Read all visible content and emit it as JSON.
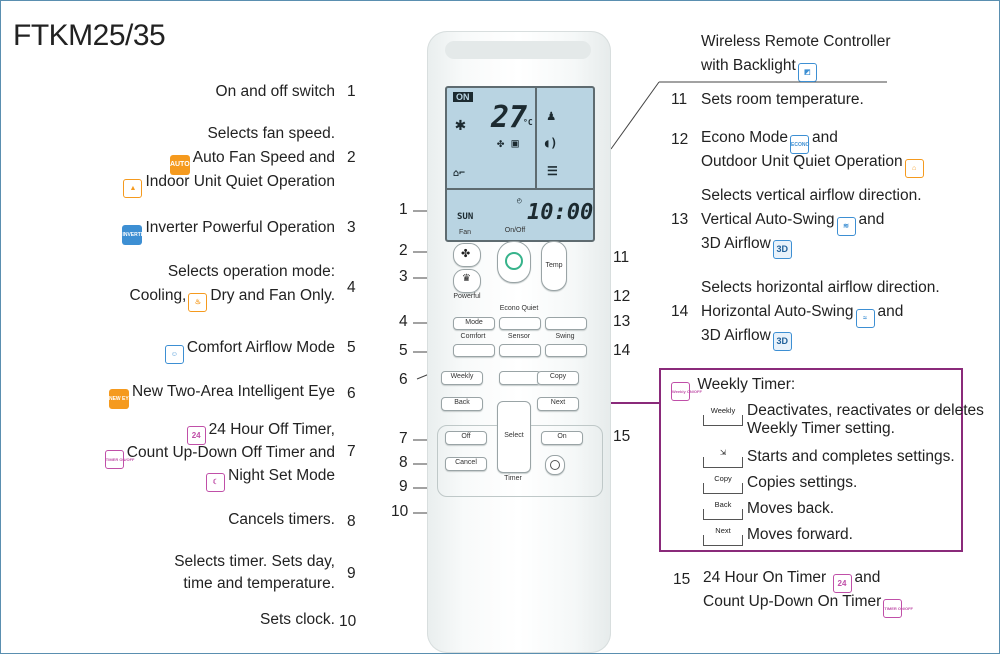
{
  "title": "FTKM25/35",
  "left_labels": [
    {
      "num": "1",
      "lines": [
        "On and off switch"
      ]
    },
    {
      "num": "2",
      "lines": [
        "Selects fan speed.",
        "Auto Fan Speed and",
        "Indoor Unit Quiet Operation"
      ]
    },
    {
      "num": "3",
      "lines": [
        "Inverter Powerful Operation"
      ]
    },
    {
      "num": "4",
      "lines": [
        "Selects operation mode:",
        "Cooling,",
        "Dry and Fan Only."
      ]
    },
    {
      "num": "5",
      "lines": [
        "Comfort Airflow Mode"
      ]
    },
    {
      "num": "6",
      "lines": [
        "New Two-Area Intelligent Eye"
      ]
    },
    {
      "num": "7",
      "lines": [
        "24 Hour Off Timer,",
        "Count Up-Down Off Timer and",
        "Night Set Mode"
      ]
    },
    {
      "num": "8",
      "lines": [
        "Cancels timers."
      ]
    },
    {
      "num": "9",
      "lines": [
        "Selects timer. Sets day,",
        "time and temperature."
      ]
    },
    {
      "num": "10",
      "lines": [
        "Sets clock."
      ]
    }
  ],
  "right_labels": {
    "wireless": [
      "Wireless Remote Controller",
      "with Backlight"
    ],
    "l11": {
      "num": "11",
      "text": "Sets room temperature."
    },
    "l12": {
      "num": "12",
      "lines": [
        "Econo Mode",
        "and",
        "Outdoor Unit Quiet Operation"
      ]
    },
    "l13": {
      "num": "13",
      "lines": [
        "Selects vertical airflow direction.",
        "Vertical Auto-Swing",
        "and",
        "3D Airflow"
      ]
    },
    "l14": {
      "num": "14",
      "lines": [
        "Selects horizontal airflow direction.",
        "Horizontal Auto-Swing",
        "and",
        "3D Airflow"
      ]
    },
    "l15": {
      "num": "15",
      "lines": [
        "24 Hour On Timer",
        "and",
        "Count Up-Down On Timer"
      ]
    }
  },
  "weekly_panel": {
    "title": "Weekly Timer:",
    "rows": [
      {
        "btn": "Weekly",
        "text": [
          "Deactivates, reactivates or deletes",
          "Weekly Timer setting."
        ]
      },
      {
        "btn": "",
        "text": [
          "Starts and completes settings."
        ]
      },
      {
        "btn": "Copy",
        "text": [
          "Copies settings."
        ]
      },
      {
        "btn": "Back",
        "text": [
          "Moves back."
        ]
      },
      {
        "btn": "Next",
        "text": [
          "Moves forward."
        ]
      }
    ]
  },
  "remote": {
    "lcd_on": "ON",
    "lcd_temp": "27",
    "lcd_unit": "°C",
    "lcd_day": "SUN",
    "lcd_time": "10:00",
    "buttons": {
      "fan": "Fan",
      "onoff": "On/Off",
      "temp": "Temp",
      "powerful": "Powerful",
      "econo_quiet": "Econo Quiet",
      "mode": "Mode",
      "comfort": "Comfort",
      "sensor": "Sensor",
      "swing": "Swing",
      "weekly": "Weekly",
      "copy": "Copy",
      "back": "Back",
      "next": "Next",
      "off": "Off",
      "select": "Select",
      "on": "On",
      "cancel": "Cancel",
      "timer": "Timer"
    }
  },
  "icons": {
    "auto": "AUTO",
    "inverter": "INVERTER",
    "econo": "ECONO",
    "new_eye": "NEW EYE",
    "h24": "24",
    "timer": "TIMER ON/OFF",
    "d3": "3D",
    "weekly_icon": "Weekly ON/OFF"
  },
  "colors": {
    "orange": "#f59a1e",
    "blue": "#3d8fd3",
    "purple": "#c04fa8",
    "panel_border": "#8a2a7a"
  }
}
